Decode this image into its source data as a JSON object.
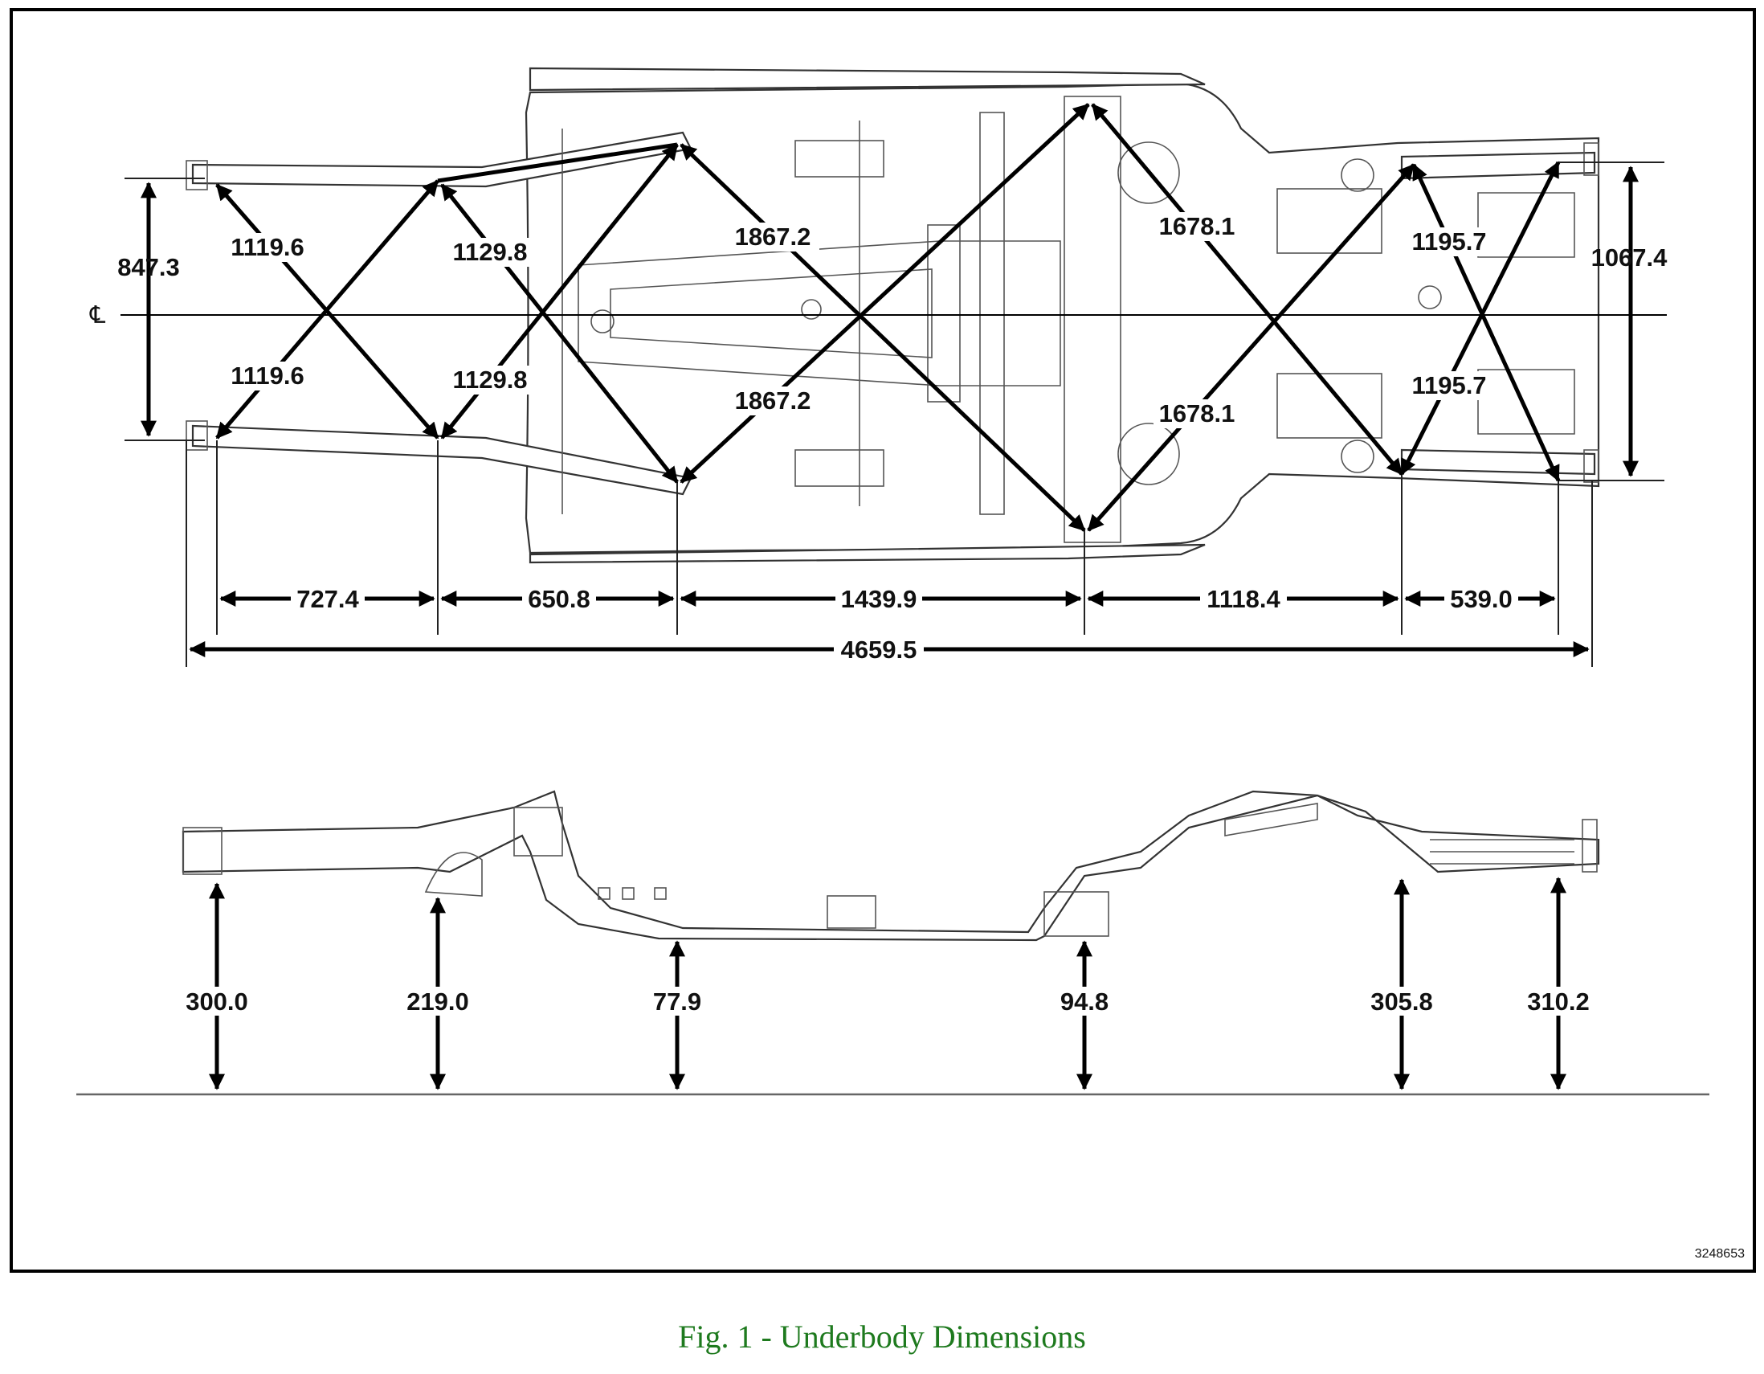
{
  "caption": "Fig. 1 - Underbody Dimensions",
  "reference_number": "3248653",
  "centerline_symbol": "℄",
  "top_view": {
    "width_labels": {
      "front": "847.3",
      "rear": "1067.4"
    },
    "diagonals": [
      "1119.6",
      "1129.8",
      "1867.2",
      "1678.1",
      "1195.7"
    ],
    "segments": [
      "727.4",
      "650.8",
      "1439.9",
      "1118.4",
      "539.0"
    ],
    "overall_length": "4659.5"
  },
  "side_view": {
    "heights": [
      "300.0",
      "219.0",
      "77.9",
      "94.8",
      "305.8",
      "310.2"
    ]
  },
  "colors": {
    "caption": "#1e7a1e",
    "lines": "#000000"
  }
}
